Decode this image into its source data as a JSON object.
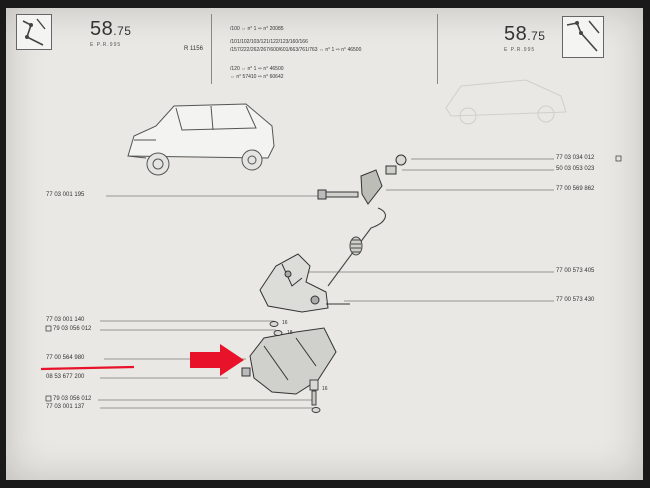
{
  "header": {
    "left_number": "58",
    "left_decimal": ".75",
    "left_sub": "E   P.R.995",
    "right_number": "58",
    "right_decimal": ".75",
    "right_sub": "E   P.R.995",
    "model": "R 1156"
  },
  "codes": [
    "/100  ⇔ n° 1 ⇨ n° 20085",
    "/101/102/103/121/122/123/160/166",
    "/157/222/262/267/600/601/663/761/763   ⇔ n° 1 ⇨ n° 46500",
    "/120  ⇔ n° 1 ⇨ n° 46500",
    "⇔ n° 57410 ⇨ n° 60642"
  ],
  "refs_left": [
    "77 03 001 195",
    "77 03 001 140",
    "79 03 056 012",
    "77 00 564 980",
    "08 53 677 200",
    "79 03 056 012",
    "77 03 001 137"
  ],
  "refs_right": [
    "77 03 034 012",
    "50 03 053 023",
    "77 00 569 862",
    "77 00 573 405",
    "77 00 573 430"
  ],
  "qty": [
    "16",
    "18",
    "16"
  ],
  "colors": {
    "highlight_arrow": "#e8132a",
    "underline": "#e8132a",
    "paper": "#e9e8e4",
    "ink": "#333333"
  }
}
